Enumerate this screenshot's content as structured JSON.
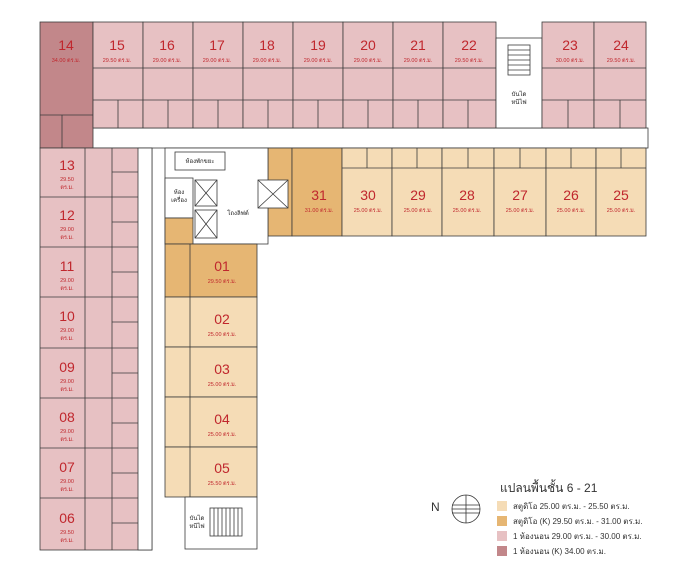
{
  "units": {
    "u14": {
      "num": "14",
      "area": "34.00 ตร.ม."
    },
    "u15": {
      "num": "15",
      "area": "29.50 ตร.ม."
    },
    "u16": {
      "num": "16",
      "area": "29.00 ตร.ม."
    },
    "u17": {
      "num": "17",
      "area": "29.00 ตร.ม."
    },
    "u18": {
      "num": "18",
      "area": "29.00 ตร.ม."
    },
    "u19": {
      "num": "19",
      "area": "29.00 ตร.ม."
    },
    "u20": {
      "num": "20",
      "area": "29.00 ตร.ม."
    },
    "u21": {
      "num": "21",
      "area": "29.00 ตร.ม."
    },
    "u22": {
      "num": "22",
      "area": "29.50 ตร.ม."
    },
    "u23": {
      "num": "23",
      "area": "30.00 ตร.ม."
    },
    "u24": {
      "num": "24",
      "area": "29.50 ตร.ม."
    },
    "u25": {
      "num": "25",
      "area": "25.00 ตร.ม."
    },
    "u26": {
      "num": "26",
      "area": "25.00 ตร.ม."
    },
    "u27": {
      "num": "27",
      "area": "25.00 ตร.ม."
    },
    "u28": {
      "num": "28",
      "area": "25.00 ตร.ม."
    },
    "u29": {
      "num": "29",
      "area": "25.00 ตร.ม."
    },
    "u30": {
      "num": "30",
      "area": "25.00 ตร.ม."
    },
    "u31": {
      "num": "31",
      "area": "31.00 ตร.ม."
    },
    "u01": {
      "num": "01",
      "area": "29.50 ตร.ม."
    },
    "u02": {
      "num": "02",
      "area": "25.00 ตร.ม."
    },
    "u03": {
      "num": "03",
      "area": "25.00 ตร.ม."
    },
    "u04": {
      "num": "04",
      "area": "25.00 ตร.ม."
    },
    "u05": {
      "num": "05",
      "area": "25.50 ตร.ม."
    },
    "u13": {
      "num": "13",
      "area1": "29.50",
      "area2": "ตร.ม."
    },
    "u12": {
      "num": "12",
      "area1": "29.00",
      "area2": "ตร.ม."
    },
    "u11": {
      "num": "11",
      "area1": "29.00",
      "area2": "ตร.ม."
    },
    "u10": {
      "num": "10",
      "area1": "29.00",
      "area2": "ตร.ม."
    },
    "u09": {
      "num": "09",
      "area1": "29.00",
      "area2": "ตร.ม."
    },
    "u08": {
      "num": "08",
      "area1": "29.00",
      "area2": "ตร.ม."
    },
    "u07": {
      "num": "07",
      "area1": "29.00",
      "area2": "ตร.ม."
    },
    "u06": {
      "num": "06",
      "area1": "29.50",
      "area2": "ตร.ม."
    }
  },
  "labels": {
    "fire_stair_top_1": "บันได",
    "fire_stair_top_2": "หนีไฟ",
    "fire_stair_bottom_1": "บันได",
    "fire_stair_bottom_2": "หนีไฟ",
    "garbage_room": "ห้องพักขยะ",
    "machine_room_1": "ห้อง",
    "machine_room_2": "เครื่อง",
    "lift_lobby": "โถงลิฟต์"
  },
  "legend": {
    "title": "แปลนพื้นชั้น 6 - 21",
    "north": "N",
    "items": [
      {
        "label": "สตูดิโอ 25.00 ตร.ม. - 25.50 ตร.ม.",
        "color": "#f5dcb6"
      },
      {
        "label": "สตูดิโอ (K) 29.50 ตร.ม. - 31.00 ตร.ม.",
        "color": "#e6b673"
      },
      {
        "label": "1 ห้องนอน 29.00 ตร.ม. - 30.00 ตร.ม.",
        "color": "#e7c1c3"
      },
      {
        "label": "1 ห้องนอน (K) 34.00 ตร.ม.",
        "color": "#c2878a"
      }
    ]
  },
  "colors": {
    "studio": "#f5dcb6",
    "studio_k": "#e6b673",
    "one_bed": "#e7c1c3",
    "one_bed_k": "#c2878a",
    "line": "#3a3a3a",
    "unit_text": "#c0272d"
  }
}
